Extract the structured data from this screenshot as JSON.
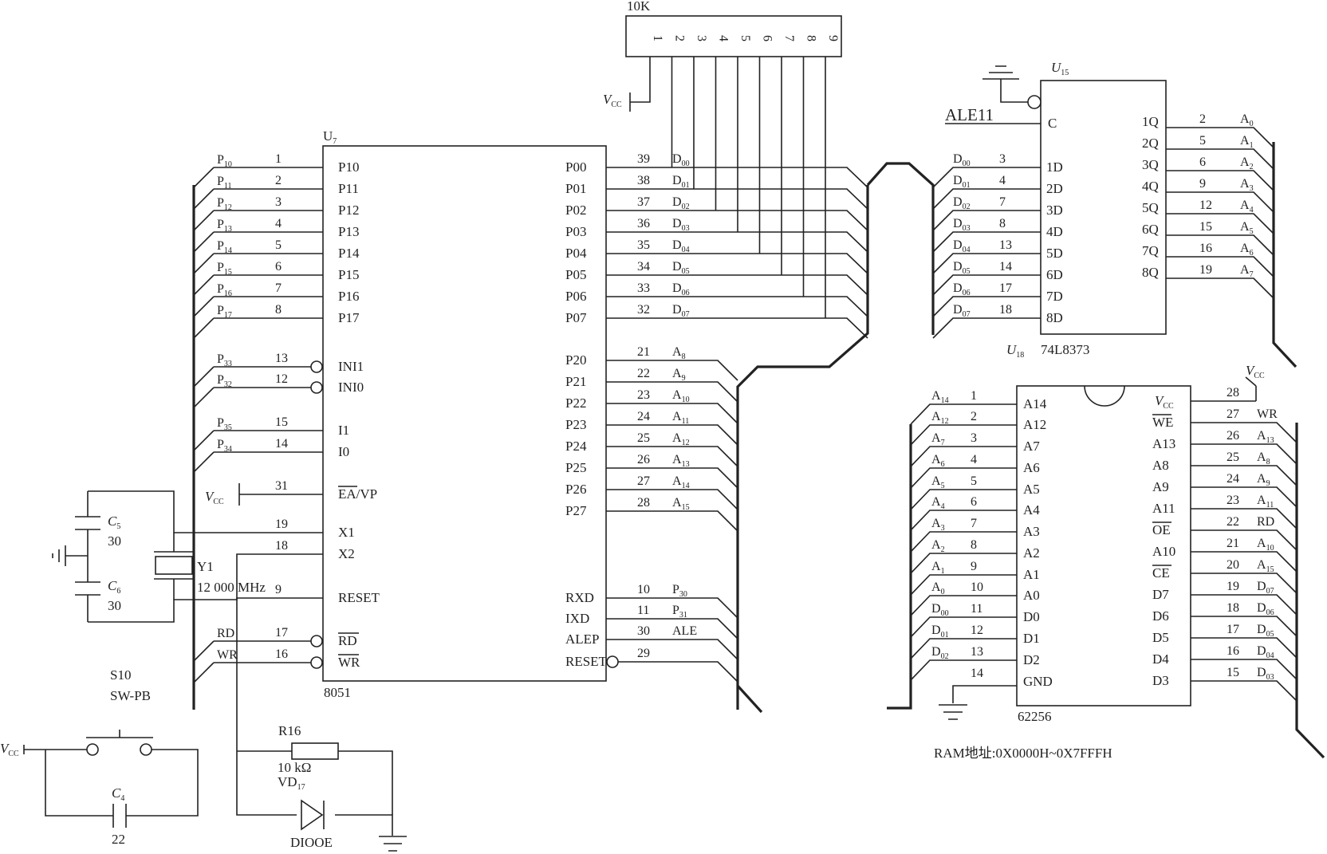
{
  "mcu": {
    "ref": "U",
    "ref_sub": "7",
    "part": "8051",
    "left_pins": [
      {
        "name": "P10",
        "num": "1",
        "net": "P",
        "net_sub": "10",
        "bar": false,
        "bubble": false
      },
      {
        "name": "P11",
        "num": "2",
        "net": "P",
        "net_sub": "11",
        "bar": false,
        "bubble": false
      },
      {
        "name": "P12",
        "num": "3",
        "net": "P",
        "net_sub": "12",
        "bar": false,
        "bubble": false
      },
      {
        "name": "P13",
        "num": "4",
        "net": "P",
        "net_sub": "13",
        "bar": false,
        "bubble": false
      },
      {
        "name": "P14",
        "num": "5",
        "net": "P",
        "net_sub": "14",
        "bar": false,
        "bubble": false
      },
      {
        "name": "P15",
        "num": "6",
        "net": "P",
        "net_sub": "15",
        "bar": false,
        "bubble": false
      },
      {
        "name": "P16",
        "num": "7",
        "net": "P",
        "net_sub": "16",
        "bar": false,
        "bubble": false
      },
      {
        "name": "P17",
        "num": "8",
        "net": "P",
        "net_sub": "17",
        "bar": false,
        "bubble": false
      },
      {
        "name": "INI1",
        "num": "13",
        "net": "P",
        "net_sub": "33",
        "bar": false,
        "bubble": true
      },
      {
        "name": "INI0",
        "num": "12",
        "net": "P",
        "net_sub": "32",
        "bar": false,
        "bubble": true
      },
      {
        "name": "I1",
        "num": "15",
        "net": "P",
        "net_sub": "35",
        "bar": false,
        "bubble": false
      },
      {
        "name": "I0",
        "num": "14",
        "net": "P",
        "net_sub": "34",
        "bar": false,
        "bubble": false
      },
      {
        "name": "EA/VP",
        "num": "31",
        "net": "V",
        "net_sub": "CC",
        "bar": true,
        "bubble": false
      },
      {
        "name": "X1",
        "num": "19",
        "net": "",
        "net_sub": "",
        "bar": false,
        "bubble": false
      },
      {
        "name": "X2",
        "num": "18",
        "net": "",
        "net_sub": "",
        "bar": false,
        "bubble": false
      },
      {
        "name": "RESET",
        "num": "9",
        "net": "",
        "net_sub": "",
        "bar": false,
        "bubble": false
      },
      {
        "name": "RD",
        "num": "17",
        "net": "RD",
        "net_sub": "",
        "bar": true,
        "bubble": true
      },
      {
        "name": "WR",
        "num": "16",
        "net": "WR",
        "net_sub": "",
        "bar": true,
        "bubble": true
      }
    ],
    "right_pins": [
      {
        "name": "P00",
        "num": "39",
        "net": "D",
        "net_sub": "00"
      },
      {
        "name": "P01",
        "num": "38",
        "net": "D",
        "net_sub": "01"
      },
      {
        "name": "P02",
        "num": "37",
        "net": "D",
        "net_sub": "02"
      },
      {
        "name": "P03",
        "num": "36",
        "net": "D",
        "net_sub": "03"
      },
      {
        "name": "P04",
        "num": "35",
        "net": "D",
        "net_sub": "04"
      },
      {
        "name": "P05",
        "num": "34",
        "net": "D",
        "net_sub": "05"
      },
      {
        "name": "P06",
        "num": "33",
        "net": "D",
        "net_sub": "06"
      },
      {
        "name": "P07",
        "num": "32",
        "net": "D",
        "net_sub": "07"
      },
      {
        "name": "P20",
        "num": "21",
        "net": "A",
        "net_sub": "8"
      },
      {
        "name": "P21",
        "num": "22",
        "net": "A",
        "net_sub": "9"
      },
      {
        "name": "P22",
        "num": "23",
        "net": "A",
        "net_sub": "10"
      },
      {
        "name": "P23",
        "num": "24",
        "net": "A",
        "net_sub": "11"
      },
      {
        "name": "P24",
        "num": "25",
        "net": "A",
        "net_sub": "12"
      },
      {
        "name": "P25",
        "num": "26",
        "net": "A",
        "net_sub": "13"
      },
      {
        "name": "P26",
        "num": "27",
        "net": "A",
        "net_sub": "14"
      },
      {
        "name": "P27",
        "num": "28",
        "net": "A",
        "net_sub": "15"
      },
      {
        "name": "RXD",
        "num": "10",
        "net": "P",
        "net_sub": "30"
      },
      {
        "name": "IXD",
        "num": "11",
        "net": "P",
        "net_sub": "31"
      },
      {
        "name": "ALEP",
        "num": "30",
        "net": "ALE",
        "net_sub": ""
      },
      {
        "name": "RESET",
        "num": "29",
        "net": "",
        "net_sub": ""
      }
    ]
  },
  "resnet": {
    "label": "10K",
    "pins": [
      "1",
      "2",
      "3",
      "4",
      "5",
      "6",
      "7",
      "8",
      "9"
    ],
    "vcc": "V",
    "vcc_sub": "CC"
  },
  "latch": {
    "ref": "U",
    "ref_sub": "15",
    "ref2": "U",
    "ref2_sub": "18",
    "part": "74L8373",
    "c_label": "C",
    "ale": "ALE11",
    "inputs": [
      {
        "net": "D",
        "net_sub": "00",
        "num": "3",
        "name": "1D"
      },
      {
        "net": "D",
        "net_sub": "01",
        "num": "4",
        "name": "2D"
      },
      {
        "net": "D",
        "net_sub": "02",
        "num": "7",
        "name": "3D"
      },
      {
        "net": "D",
        "net_sub": "03",
        "num": "8",
        "name": "4D"
      },
      {
        "net": "D",
        "net_sub": "04",
        "num": "13",
        "name": "5D"
      },
      {
        "net": "D",
        "net_sub": "05",
        "num": "14",
        "name": "6D"
      },
      {
        "net": "D",
        "net_sub": "06",
        "num": "17",
        "name": "7D"
      },
      {
        "net": "D",
        "net_sub": "07",
        "num": "18",
        "name": "8D"
      }
    ],
    "outputs": [
      {
        "name": "1Q",
        "num": "2",
        "net": "A",
        "net_sub": "0"
      },
      {
        "name": "2Q",
        "num": "5",
        "net": "A",
        "net_sub": "1"
      },
      {
        "name": "3Q",
        "num": "6",
        "net": "A",
        "net_sub": "2"
      },
      {
        "name": "4Q",
        "num": "9",
        "net": "A",
        "net_sub": "3"
      },
      {
        "name": "5Q",
        "num": "12",
        "net": "A",
        "net_sub": "4"
      },
      {
        "name": "6Q",
        "num": "15",
        "net": "A",
        "net_sub": "5"
      },
      {
        "name": "7Q",
        "num": "16",
        "net": "A",
        "net_sub": "6"
      },
      {
        "name": "8Q",
        "num": "19",
        "net": "A",
        "net_sub": "7"
      }
    ]
  },
  "ram": {
    "part": "62256",
    "address_note": "RAM地址:0X0000H~0X7FFFH",
    "vcc": "V",
    "vcc_sub": "CC",
    "left_pins": [
      {
        "net": "A",
        "net_sub": "14",
        "num": "1",
        "name": "A14"
      },
      {
        "net": "A",
        "net_sub": "12",
        "num": "2",
        "name": "A12"
      },
      {
        "net": "A",
        "net_sub": "7",
        "num": "3",
        "name": "A7"
      },
      {
        "net": "A",
        "net_sub": "6",
        "num": "4",
        "name": "A6"
      },
      {
        "net": "A",
        "net_sub": "5",
        "num": "5",
        "name": "A5"
      },
      {
        "net": "A",
        "net_sub": "4",
        "num": "6",
        "name": "A4"
      },
      {
        "net": "A",
        "net_sub": "3",
        "num": "7",
        "name": "A3"
      },
      {
        "net": "A",
        "net_sub": "2",
        "num": "8",
        "name": "A2"
      },
      {
        "net": "A",
        "net_sub": "1",
        "num": "9",
        "name": "A1"
      },
      {
        "net": "A",
        "net_sub": "0",
        "num": "10",
        "name": "A0"
      },
      {
        "net": "D",
        "net_sub": "00",
        "num": "11",
        "name": "D0"
      },
      {
        "net": "D",
        "net_sub": "01",
        "num": "12",
        "name": "D1"
      },
      {
        "net": "D",
        "net_sub": "02",
        "num": "13",
        "name": "D2"
      },
      {
        "net": "",
        "net_sub": "",
        "num": "14",
        "name": "GND"
      }
    ],
    "right_pins": [
      {
        "name": "V",
        "name_sub": "CC",
        "num": "28",
        "net": "",
        "net_sub": "",
        "bar": false
      },
      {
        "name": "WE",
        "name_sub": "",
        "num": "27",
        "net": "WR",
        "net_sub": "",
        "bar": true
      },
      {
        "name": "A13",
        "name_sub": "",
        "num": "26",
        "net": "A",
        "net_sub": "13",
        "bar": false
      },
      {
        "name": "A8",
        "name_sub": "",
        "num": "25",
        "net": "A",
        "net_sub": "8",
        "bar": false
      },
      {
        "name": "A9",
        "name_sub": "",
        "num": "24",
        "net": "A",
        "net_sub": "9",
        "bar": false
      },
      {
        "name": "A11",
        "name_sub": "",
        "num": "23",
        "net": "A",
        "net_sub": "11",
        "bar": false
      },
      {
        "name": "OE",
        "name_sub": "",
        "num": "22",
        "net": "RD",
        "net_sub": "",
        "bar": true
      },
      {
        "name": "A10",
        "name_sub": "",
        "num": "21",
        "net": "A",
        "net_sub": "10",
        "bar": false
      },
      {
        "name": "CE",
        "name_sub": "",
        "num": "20",
        "net": "A",
        "net_sub": "15",
        "bar": true
      },
      {
        "name": "D7",
        "name_sub": "",
        "num": "19",
        "net": "D",
        "net_sub": "07",
        "bar": false
      },
      {
        "name": "D6",
        "name_sub": "",
        "num": "18",
        "net": "D",
        "net_sub": "06",
        "bar": false
      },
      {
        "name": "D5",
        "name_sub": "",
        "num": "17",
        "net": "D",
        "net_sub": "05",
        "bar": false
      },
      {
        "name": "D4",
        "name_sub": "",
        "num": "16",
        "net": "D",
        "net_sub": "04",
        "bar": false
      },
      {
        "name": "D3",
        "name_sub": "",
        "num": "15",
        "net": "D",
        "net_sub": "03",
        "bar": false
      }
    ]
  },
  "osc": {
    "c5": "C",
    "c5_sub": "5",
    "c5_val": "30",
    "c6": "C",
    "c6_sub": "6",
    "c6_val": "30",
    "crystal": "Y1",
    "freq": "12 000 MHz"
  },
  "reset": {
    "switch": "S10",
    "switch_type": "SW-PB",
    "vcc": "V",
    "vcc_sub": "CC",
    "cap": "C",
    "cap_sub": "4",
    "cap_val": "22",
    "res": "R16",
    "res_val": "10 kΩ",
    "diode": "VD",
    "diode_sub": "17",
    "diode_type": "DIOOE"
  }
}
